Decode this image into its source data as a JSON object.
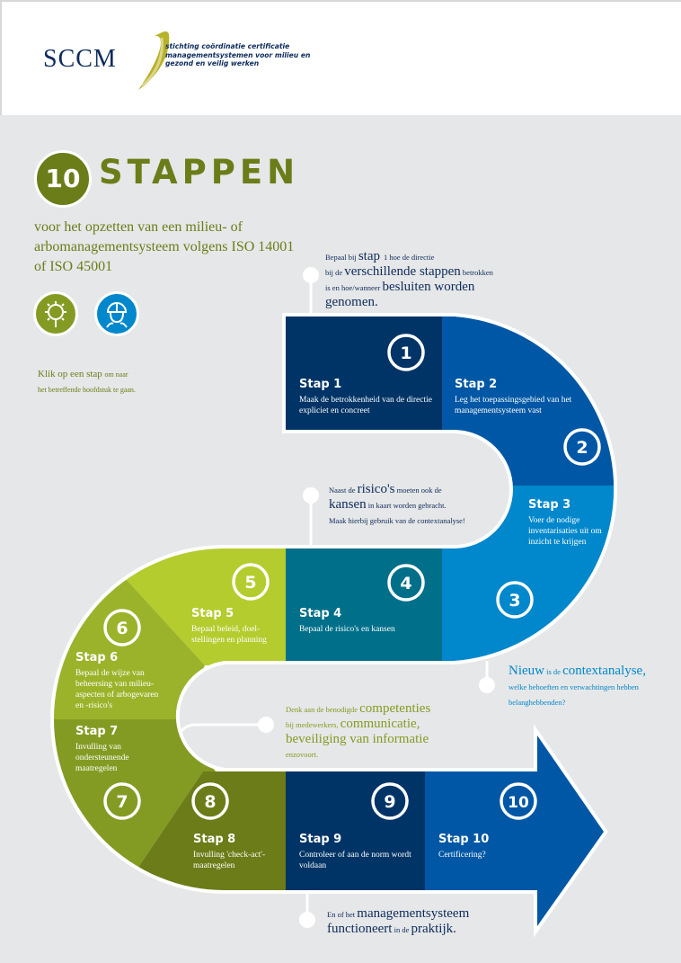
{
  "header": {
    "logo": "SCCM",
    "tagline": [
      "stichting coördinatie certificatie",
      "managementsystemen voor milieu en",
      "gezond en veilig werken"
    ]
  },
  "title": {
    "number": "10",
    "word": "STAPPEN",
    "subtitle": "voor het opzetten van een milieu- of arbomanagementsysteem volgens ISO 14001 of ISO 45001"
  },
  "icons": [
    "environment-sun-icon",
    "safety-helmet-icon"
  ],
  "colors": {
    "green": "#6b7d19",
    "navy": "#003466",
    "blue": "#0057a5",
    "lightblue": "#0087cc",
    "teal": "#006f8a",
    "lime": "#b5cc2e"
  },
  "instruction": {
    "main": "Klik op een stap",
    "rest1": "om naar",
    "rest2": "het betreffende hoofdstuk te gaan."
  },
  "steps": [
    {
      "num": "1",
      "label": "Stap 1",
      "desc": "Maak de betrokkenheid van de directie expliciet en concreet"
    },
    {
      "num": "2",
      "label": "Stap 2",
      "desc": "Leg het toepassingsgebied van het managementsysteem vast"
    },
    {
      "num": "3",
      "label": "Stap 3",
      "desc": "Voer de nodige inventarisaties uit om inzicht te krijgen"
    },
    {
      "num": "4",
      "label": "Stap 4",
      "desc": "Bepaal de risico's en kansen"
    },
    {
      "num": "5",
      "label": "Stap 5",
      "desc": "Bepaal beleid, doel-stellingen en planning"
    },
    {
      "num": "6",
      "label": "Stap 6",
      "desc": "Bepaal de wijze van beheersing van milieu-aspecten of arbogevaren en -risico's"
    },
    {
      "num": "7",
      "label": "Stap 7",
      "desc": "Invulling van ondersteunende maatregelen"
    },
    {
      "num": "8",
      "label": "Stap 8",
      "desc": "Invulling 'check-act'-maatregelen"
    },
    {
      "num": "9",
      "label": "Stap 9",
      "desc": "Controleer of aan de norm wordt voldaan"
    },
    {
      "num": "10",
      "label": "Stap 10",
      "desc": "Certificering?"
    }
  ],
  "callouts": {
    "c1": [
      "Bepaal bij ",
      "stap",
      "1 hoe de directie",
      "bij de ",
      "verschillende stappen",
      " betrokken",
      "is en hoe/wanneer ",
      "besluiten worden",
      "genomen."
    ],
    "c2": [
      "Naast de ",
      "risico's",
      " moeten ook de",
      "kansen",
      " in kaart worden gebracht.",
      "Maak hierbij gebruik van de contextanalyse!"
    ],
    "c3": [
      "Nieuw",
      " is de ",
      "contextanalyse,",
      "welke behoeften en verwachtingen hebben",
      "belanghebbenden?"
    ],
    "c4": [
      "Denk aan de benodigde ",
      "competenties",
      "bij medewerkers, ",
      "communicatie,",
      "beveiliging van informatie",
      "enzovoort."
    ],
    "c5": [
      "En of het ",
      "managementsysteem",
      "functioneert",
      " in de ",
      "praktijk."
    ]
  }
}
